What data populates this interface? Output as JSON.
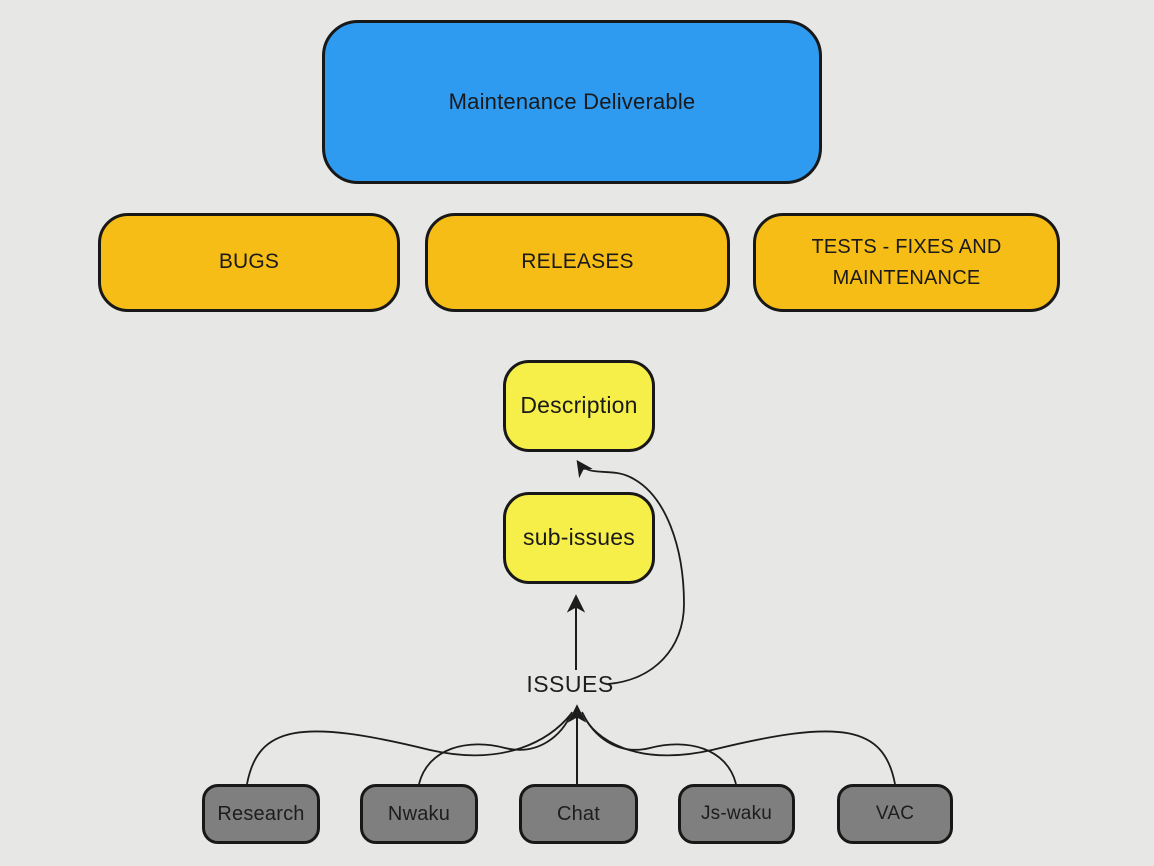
{
  "canvas": {
    "background_color": "#e7e7e6",
    "border_color": "#181818",
    "line_color": "#1c1c1c"
  },
  "nodes": {
    "root": {
      "label": "Maintenance Deliverable",
      "fill": "#2e9af0"
    },
    "bugs": {
      "label": "BUGS",
      "fill": "#f6bd17"
    },
    "releases": {
      "label": "RELEASES",
      "fill": "#f6bd17"
    },
    "tests": {
      "label": "TESTS - FIXES AND MAINTENANCE",
      "fill": "#f6bd17"
    },
    "description": {
      "label": "Description",
      "fill": "#f7ef49"
    },
    "sub_issues": {
      "label": "sub-issues",
      "fill": "#f7ef49"
    },
    "issues": {
      "label": "ISSUES"
    },
    "research": {
      "label": "Research",
      "fill": "#7f7f7f"
    },
    "nwaku": {
      "label": "Nwaku",
      "fill": "#7f7f7f"
    },
    "chat": {
      "label": "Chat",
      "fill": "#7f7f7f"
    },
    "js_waku": {
      "label": "Js-waku",
      "fill": "#7f7f7f"
    },
    "vac": {
      "label": "VAC",
      "fill": "#7f7f7f"
    }
  }
}
